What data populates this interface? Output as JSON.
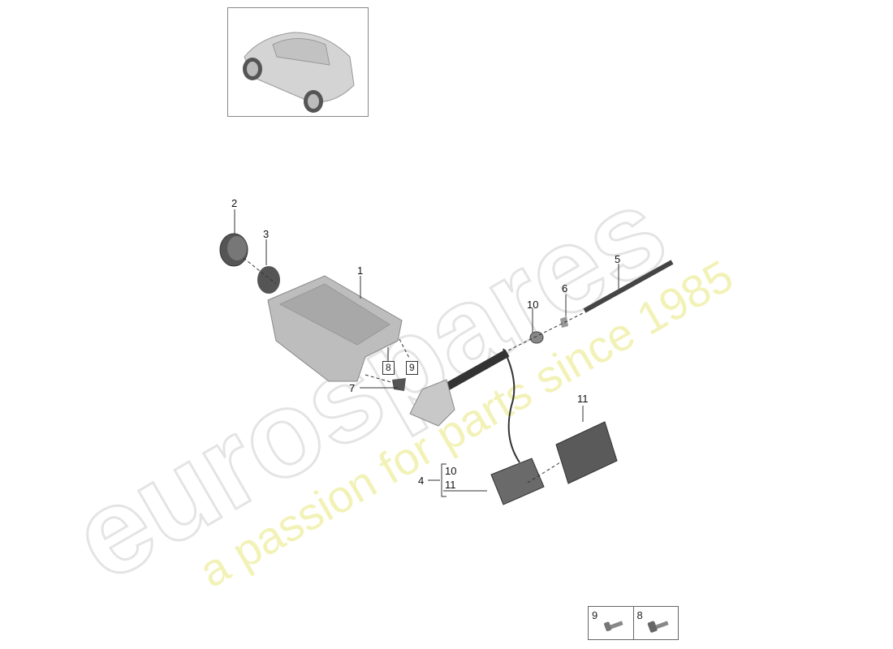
{
  "watermark": {
    "brand": "eurospares",
    "tagline": "a passion for parts since 1985",
    "brand_color": "#e6e6e6",
    "tagline_color": "#f0f0b0"
  },
  "thumbnail": {
    "subject": "car-overview",
    "description": "SUV vehicle overview"
  },
  "callouts": [
    {
      "id": "1",
      "label": "1"
    },
    {
      "id": "2",
      "label": "2"
    },
    {
      "id": "3",
      "label": "3"
    },
    {
      "id": "4",
      "label": "4"
    },
    {
      "id": "5",
      "label": "5"
    },
    {
      "id": "6",
      "label": "6"
    },
    {
      "id": "7",
      "label": "7"
    },
    {
      "id": "10a",
      "label": "10"
    },
    {
      "id": "11a",
      "label": "11"
    }
  ],
  "boxed_refs": [
    {
      "id": "8",
      "label": "8"
    },
    {
      "id": "9",
      "label": "9"
    }
  ],
  "group_4": {
    "label": "4",
    "items": [
      "10",
      "11"
    ]
  },
  "legend": [
    {
      "label": "9",
      "icon": "bolt-icon"
    },
    {
      "label": "8",
      "icon": "bolt-flange-icon"
    }
  ]
}
